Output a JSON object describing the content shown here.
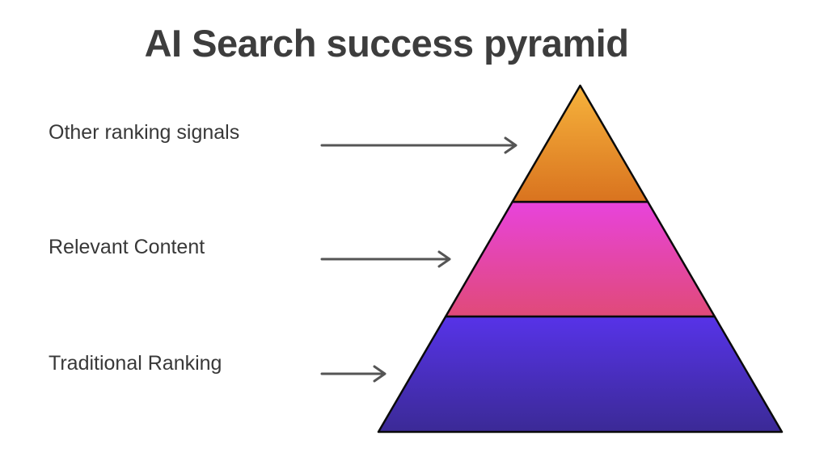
{
  "title": "AI Search success pyramid",
  "pyramid": {
    "levels": [
      {
        "label": "Other ranking signals",
        "position": "top",
        "color_top": "#f6b33c",
        "color_bottom": "#d9731f"
      },
      {
        "label": "Relevant Content",
        "position": "middle",
        "color_top": "#e843dc",
        "color_bottom": "#e04a78"
      },
      {
        "label": "Traditional Ranking",
        "position": "bottom",
        "color_top": "#5733e8",
        "color_bottom": "#3b2a96"
      }
    ],
    "outline_color": "#0a0a0a"
  },
  "arrows": {
    "color": "#555555"
  },
  "colors": {
    "background": "#ffffff",
    "title_text": "#3d3d3d",
    "label_text": "#383838"
  }
}
